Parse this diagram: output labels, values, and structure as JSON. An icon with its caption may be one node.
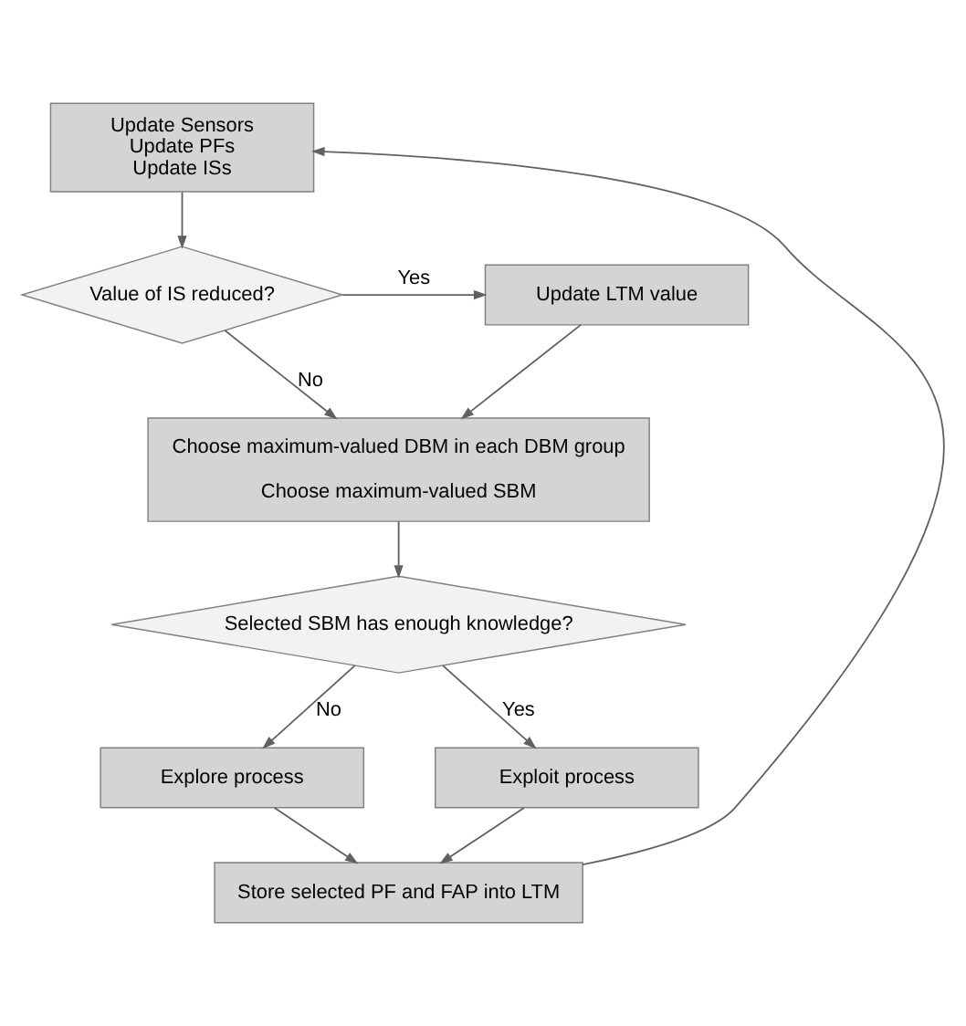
{
  "diagram": {
    "nodes": [
      {
        "text": [
          "Update Sensors",
          "Update PFs",
          "Update ISs"
        ]
      },
      {
        "text": [
          "Value of IS reduced?"
        ]
      },
      {
        "text": [
          "Update LTM value"
        ]
      },
      {
        "text": [
          "Choose maximum-valued DBM in each DBM group",
          "Choose maximum-valued SBM"
        ]
      },
      {
        "text": [
          "Selected SBM has enough knowledge?"
        ]
      },
      {
        "text": [
          "Explore process"
        ]
      },
      {
        "text": [
          "Exploit process"
        ]
      },
      {
        "text": [
          "Store selected PF and FAP into LTM"
        ]
      }
    ],
    "edges": [
      {
        "from": 0,
        "to": 1,
        "arrow": "to"
      },
      {
        "from": 1,
        "to": 2,
        "arrow": "to",
        "label": "Yes"
      },
      {
        "from": 1,
        "to": 3,
        "arrow": "to",
        "label": "No"
      },
      {
        "from": 2,
        "to": 3,
        "arrow": "to"
      },
      {
        "from": 3,
        "to": 4,
        "arrow": "to"
      },
      {
        "from": 4,
        "to": 5,
        "arrow": "to",
        "label": "No"
      },
      {
        "from": 4,
        "to": 6,
        "arrow": "to",
        "label": "Yes"
      },
      {
        "from": 5,
        "to": 7,
        "arrow": "to"
      },
      {
        "from": 6,
        "to": 7,
        "arrow": "to"
      },
      {
        "from": 7,
        "to": 0,
        "arrow": "to"
      }
    ]
  }
}
